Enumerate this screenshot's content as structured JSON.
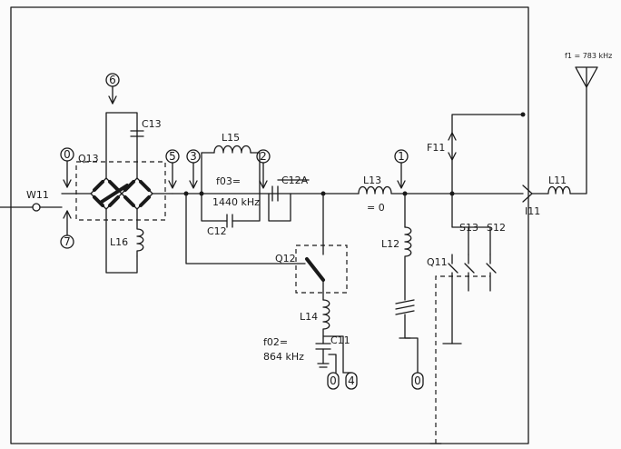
{
  "labels": {
    "q13": "Q13",
    "c13": "C13",
    "w11": "W11",
    "l16": "L16",
    "l15": "L15",
    "f03": "f03=",
    "f03_value": "1440 kHz",
    "c12": "C12",
    "c12a": "C12A",
    "q12": "Q12",
    "l14": "L14",
    "f02": "f02=",
    "f02_value": "864 kHz",
    "c11": "C11",
    "l13": "L13",
    "l13_value": "= 0",
    "f11": "F11",
    "l12": "L12",
    "q11": "Q11",
    "s13": "S13",
    "s12": "S12",
    "i11": "I11",
    "l11": "L11",
    "f1": "f1 = 783 kHz"
  },
  "markers": {
    "m6": "6",
    "m0a": "0",
    "m7": "7",
    "m5": "5",
    "m3": "3",
    "m2": "2",
    "m1": "1",
    "m0b": "0",
    "m4": "4",
    "m0c": "0"
  }
}
